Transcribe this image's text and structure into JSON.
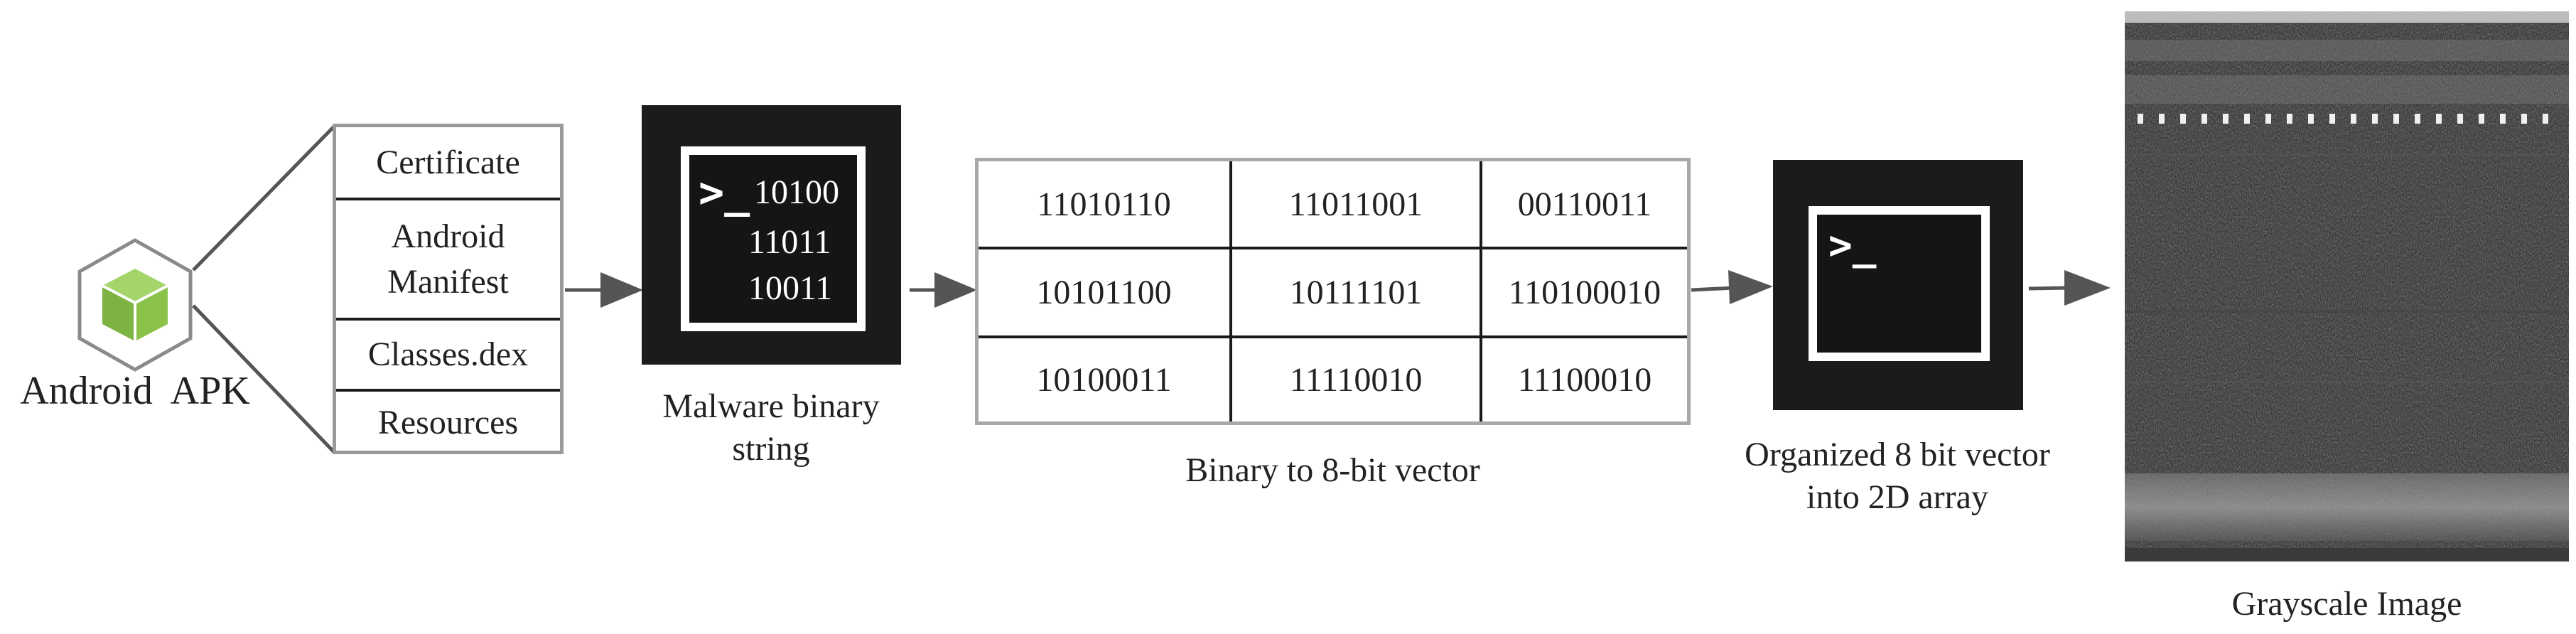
{
  "apk_label": "Android  APK",
  "apk_components": [
    "Certificate",
    "Android\nManifest",
    "Classes.dex",
    "Resources"
  ],
  "malware_binary": {
    "prompt": ">_",
    "lines": [
      "10100",
      "11011",
      "10011"
    ],
    "caption_line1": "Malware binary",
    "caption_line2": "string"
  },
  "vector_table": {
    "rows": [
      [
        "11010110",
        "11011001",
        "00110011"
      ],
      [
        "10101100",
        "10111101",
        "110100010"
      ],
      [
        "10100011",
        "11110010",
        "11100010"
      ]
    ],
    "caption": "Binary to 8-bit vector"
  },
  "array_2d": {
    "prompt": ">_",
    "caption_line1": "Organized 8 bit vector",
    "caption_line2": "into 2D array"
  },
  "grayscale": {
    "caption": "Grayscale Image"
  },
  "colors": {
    "android_green": "#8bc34a",
    "terminal_bg": "#1b1b1b",
    "arrow": "#555555",
    "border_gray": "#9a9a9a"
  }
}
